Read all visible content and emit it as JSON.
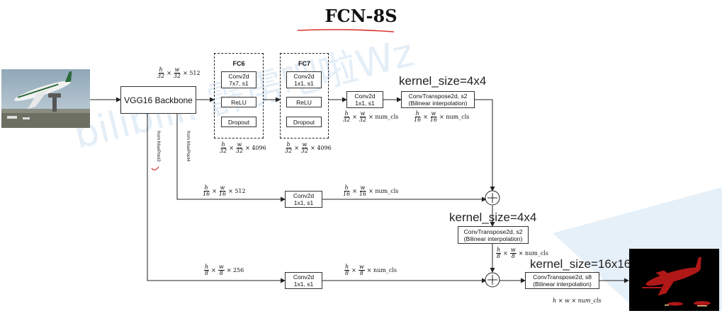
{
  "title": "FCN-8S",
  "backbone": "VGG16 Backbone",
  "from_maxpool3": "from MaxPool3",
  "from_maxpool4": "from MaxPool4",
  "fc6": {
    "title": "FC6",
    "conv_line1": "Conv2d",
    "conv_line2": "7x7, s1",
    "relu": "ReLU",
    "dropout": "Dropout"
  },
  "fc7": {
    "title": "FC7",
    "conv_line1": "Conv2d",
    "conv_line2": "1x1, s1",
    "relu": "ReLU",
    "dropout": "Dropout"
  },
  "conv_top": {
    "line1": "Conv2d",
    "line2": "1x1, s1"
  },
  "conv_mid": {
    "line1": "Conv2d",
    "line2": "1x1, s1"
  },
  "conv_bot": {
    "line1": "Conv2d",
    "line2": "1x1, s1"
  },
  "deconv1": {
    "line1": "ConvTranspose2d, s2",
    "line2": "(Bilinear interpolation)"
  },
  "deconv2": {
    "line1": "ConvTranspose2d, s2",
    "line2": "(Bilinear interpolation)"
  },
  "deconv3": {
    "line1": "ConvTranspose2d, s8",
    "line2": "(Bilinear interpolation)"
  },
  "kernel1": "kernel_size=4x4",
  "kernel2": "kernel_size=4x4",
  "kernel3": "kernel_size=16x16",
  "labels": {
    "backbone_out": {
      "n1": "h",
      "d1": "32",
      "n2": "w",
      "d2": "32",
      "tail": "× 512"
    },
    "fc6_out": {
      "n1": "h",
      "d1": "32",
      "n2": "w",
      "d2": "32",
      "tail": "× 4096"
    },
    "fc7_out": {
      "n1": "h",
      "d1": "32",
      "n2": "w",
      "d2": "32",
      "tail": "× 4096"
    },
    "conv_top_out": {
      "n1": "h",
      "d1": "32",
      "n2": "w",
      "d2": "32",
      "tail": "× num_cls"
    },
    "deconv1_out": {
      "n1": "h",
      "d1": "16",
      "n2": "w",
      "d2": "16",
      "tail": "× num_cls"
    },
    "pool4_in": {
      "n1": "h",
      "d1": "16",
      "n2": "w",
      "d2": "16",
      "tail": "× 512"
    },
    "conv_mid_out": {
      "n1": "h",
      "d1": "16",
      "n2": "w",
      "d2": "16",
      "tail": "× num_cls"
    },
    "deconv2_out": {
      "n1": "h",
      "d1": "8",
      "n2": "w",
      "d2": "8",
      "tail": "× num_cls"
    },
    "pool3_in": {
      "n1": "h",
      "d1": "8",
      "n2": "w",
      "d2": "8",
      "tail": "× 256"
    },
    "conv_bot_out": {
      "n1": "h",
      "d1": "8",
      "n2": "w",
      "d2": "8",
      "tail": "× num_cls"
    },
    "final_out": "h × w × num_cls"
  },
  "times": "×",
  "colors": {
    "watermark": "#c9dff2",
    "underline": "#d9312b",
    "mask_plane": "#b01818"
  }
}
